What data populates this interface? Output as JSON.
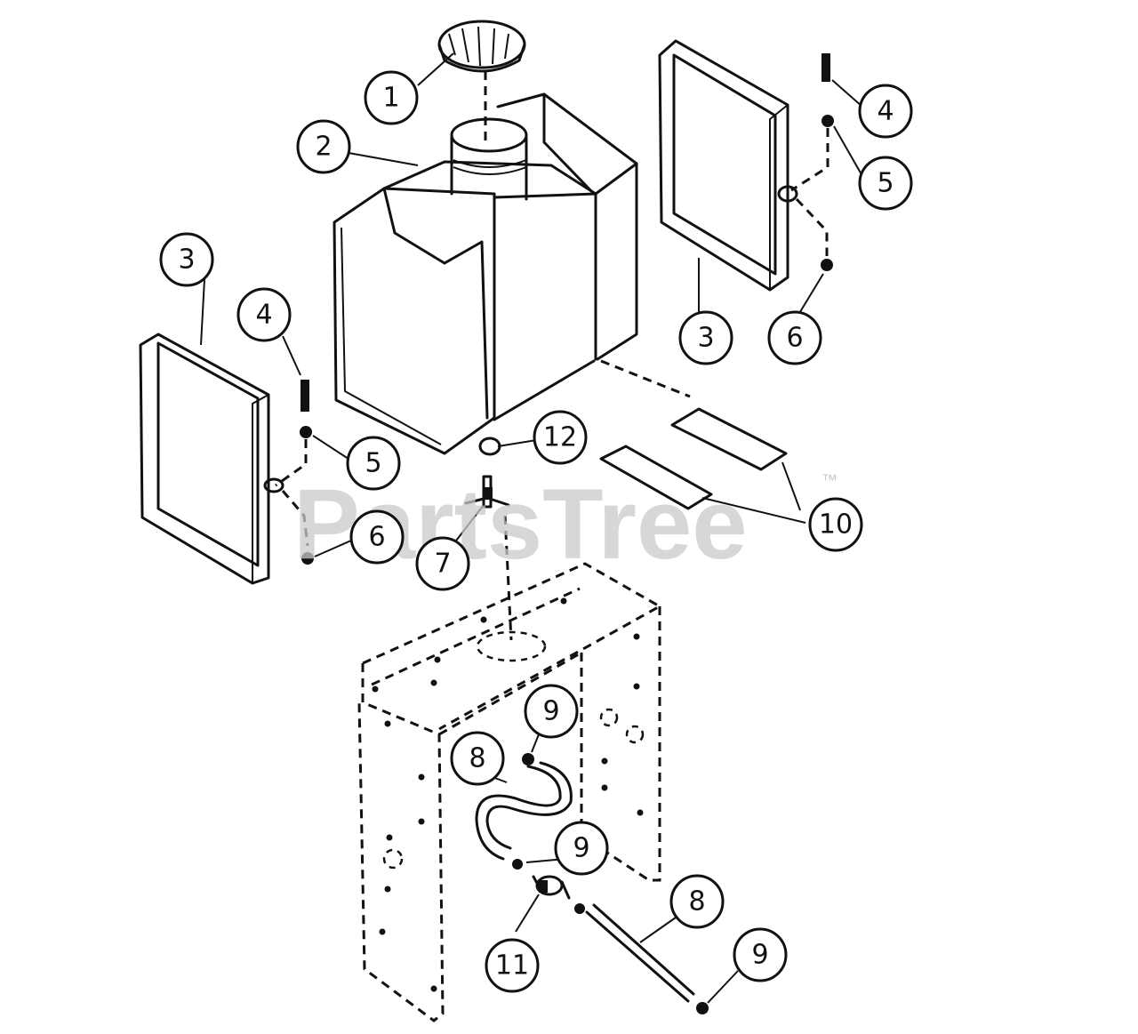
{
  "watermark": {
    "text": "PartsTree",
    "mark": "™"
  },
  "callouts": [
    "1",
    "2",
    "3",
    "3",
    "4",
    "4",
    "5",
    "5",
    "6",
    "6",
    "7",
    "8",
    "8",
    "9",
    "9",
    "9",
    "10",
    "11",
    "12"
  ],
  "icons": [
    "fuel-cap-icon",
    "fuel-tank-icon",
    "tank-pad-icon",
    "bolt-icon",
    "washer-icon",
    "nut-icon",
    "shutoff-valve-icon",
    "fuel-line-icon",
    "hose-clamp-icon",
    "decal-icon",
    "fuel-filter-icon",
    "grommet-icon",
    "mounting-bracket-icon"
  ],
  "colors": {
    "line": "#111111",
    "background": "#ffffff",
    "watermark": "#c9c9c9"
  }
}
